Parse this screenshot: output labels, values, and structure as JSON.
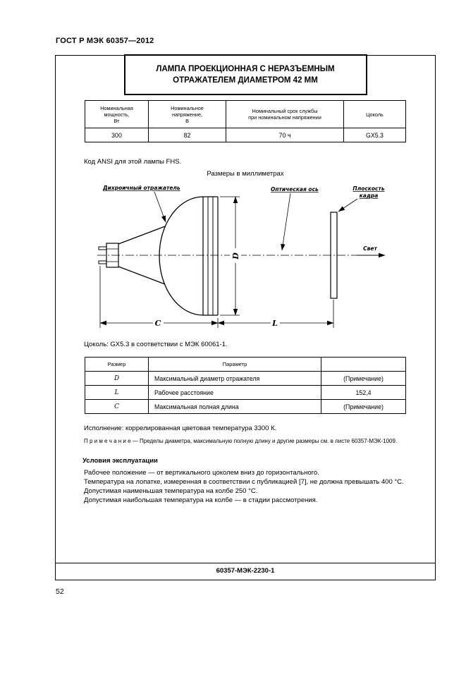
{
  "page": {
    "doc_header": "ГОСТ Р МЭК 60357—2012",
    "footer_code": "60357-МЭК-2230-1",
    "page_number": "52"
  },
  "title": "ЛАМПА ПРОЕКЦИОННАЯ С НЕРАЗЪЕМНЫМ\nОТРАЖАТЕЛЕМ ДИАМЕТРОМ 42 ММ",
  "spec_table": {
    "headers": [
      "Номинальная\nмощность,\nВт",
      "Номинальное\nнапряжение,\nВ",
      "Номинальный срок службы\nпри номинальном напряжении",
      "Цоколь"
    ],
    "row": [
      "300",
      "82",
      "70 ч",
      "GX5.3"
    ]
  },
  "ansi_text": "Код ANSI для этой лампы FHS.",
  "dimensions_caption": "Размеры в миллиметрах",
  "diagram": {
    "reflector_label": "Дихроичный отражатель",
    "optical_axis_label": "Оптическая ось",
    "frame_plane_label_line1": "Плоскость",
    "frame_plane_label_line2": "кадра",
    "light_label": "Свет",
    "dim_c": "C",
    "dim_l": "L",
    "dim_d": "D"
  },
  "socket_text": "Цоколь: GX5.3 в соответствии с МЭК 60061-1.",
  "dim_table": {
    "headers": [
      "Размер",
      "Параметр",
      ""
    ],
    "rows": [
      [
        "D",
        "Максимальный диаметр отражателя",
        "(Примечание)"
      ],
      [
        "L",
        "Рабочее расстояние",
        "152,4"
      ],
      [
        "C",
        "Максимальная полная длина",
        "(Примечание)"
      ]
    ]
  },
  "execution_text": "Исполнение: коррелированная цветовая температура 3300 К.",
  "note_text": "П р и м е ч а н и е — Пределы диаметра, максимальную полную длину и другие размеры см. в листе 60357-МЭК-1009.",
  "conditions": {
    "heading": "Условия эксплуатации",
    "items": [
      "Рабочее положение — от вертикального цоколем вниз до горизонтального.",
      "Температура на лопатке, измеренная в соответствии с публикацией [7], не должна превышать 400 °С.",
      "Допустимая наименьшая температура на колбе 250 °С.",
      "Допустимая наибольшая температура на колбе — в стадии рассмотрения."
    ]
  }
}
